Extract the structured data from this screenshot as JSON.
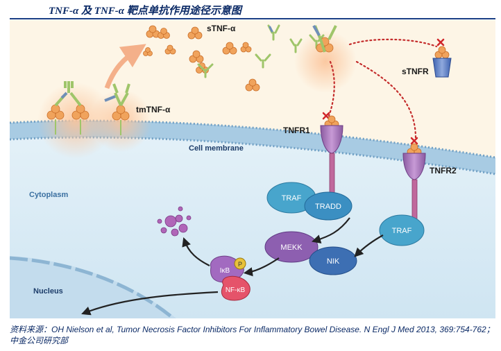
{
  "header": {
    "title": "TNF-α 及 TNF-α 靶点单抗作用途径示意图"
  },
  "diagram": {
    "labels": {
      "stnf_alpha": "sTNF-α",
      "tmtnf_alpha": "tmTNF-α",
      "stnfr": "sTNFR",
      "tnfr1": "TNFR1",
      "tnfr2": "TNFR2",
      "cell_membrane": "Cell membrane",
      "cytoplasm": "Cytoplasm",
      "nucleus": "Nucleus",
      "traf_left": "TRAF",
      "tradd": "TRADD",
      "traf_right": "TRAF",
      "mekk": "MEKK",
      "nik": "NIK",
      "ikb": "IκB",
      "p": "P",
      "nfkb": "NF-κB"
    },
    "colors": {
      "membrane": "#9cc3de",
      "cytoplasm": "#d9ecf6",
      "nucleus": "#c6deee",
      "extracellular": "#fdf4e3",
      "tnf": "#f0a35c",
      "receptor": "#b07bbe",
      "block_marker": "#d0262a",
      "traf": "#48a5cc",
      "mekk": "#8d5fb0",
      "nik": "#3d6fb3",
      "ikb": "#a26ac0",
      "nfkb": "#e5536a",
      "phospho": "#e8c23a"
    }
  },
  "footer": {
    "source": "资料来源：OH Nielson et al, Tumor Necrosis Factor Inhibitors For Inflammatory Bowel Disease. N Engl J Med 2013, 369:754-762；中金公司研究部"
  }
}
